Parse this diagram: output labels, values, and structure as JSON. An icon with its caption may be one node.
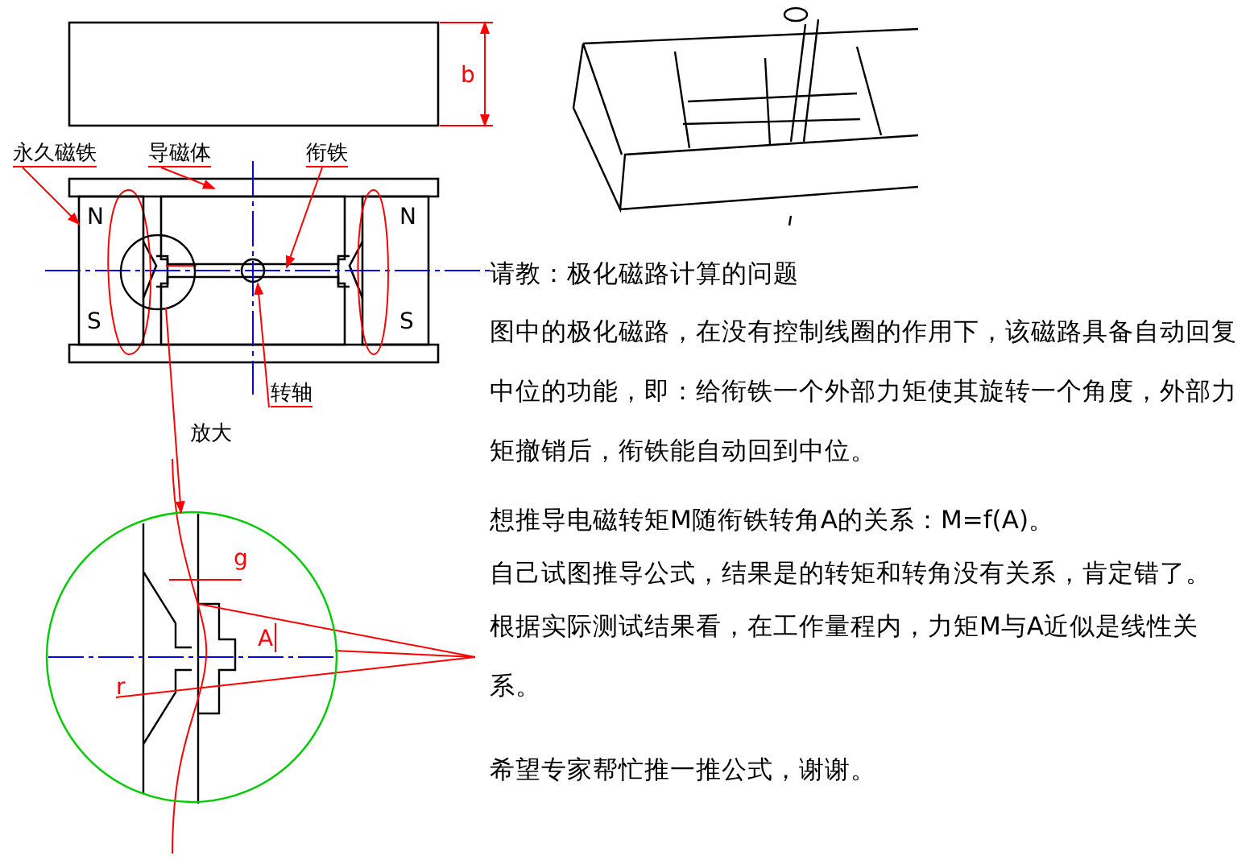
{
  "diagram": {
    "title": "请教：极化磁路计算的问题",
    "nodes": [
      {
        "text": [
          "永久磁铁"
        ]
      },
      {
        "text": [
          "导磁体"
        ]
      },
      {
        "text": [
          "衔铁"
        ]
      },
      {
        "text": [
          "转轴"
        ]
      },
      {
        "text": [],
        "shape": "circle"
      },
      {
        "text": [],
        "shape": "circle"
      },
      {
        "text": [],
        "shape": "box"
      }
    ],
    "edges": [
      {
        "from": 0,
        "to": 6,
        "arrow": "to"
      },
      {
        "from": 1,
        "to": null,
        "arrow": "to"
      },
      {
        "from": 2,
        "to": null,
        "arrow": "to"
      },
      {
        "from": 3,
        "to": null,
        "arrow": "to"
      },
      {
        "from": 4,
        "to": 5,
        "arrow": "to",
        "label": "放大"
      }
    ],
    "labels": [
      "b",
      "N",
      "N",
      "S",
      "S",
      "g",
      "A",
      "r",
      "图中的极化磁路，在没有控制线圈的作用下，该磁路具备自动回复中位的功能，即：给衔铁一个外部力矩使其旋转一个角度，外部力矩撤销后，衔铁能自动回到中位。",
      "想推导电磁转矩M随衔铁转角A的关系：M=f(A)。",
      "自己试图推导公式，结果是的转矩和转角没有关系，肯定错了。",
      "根据实际测试结果看，在工作量程内，力矩M与A近似是线性关系。",
      "希望专家帮忙推一推公式，谢谢。"
    ]
  }
}
